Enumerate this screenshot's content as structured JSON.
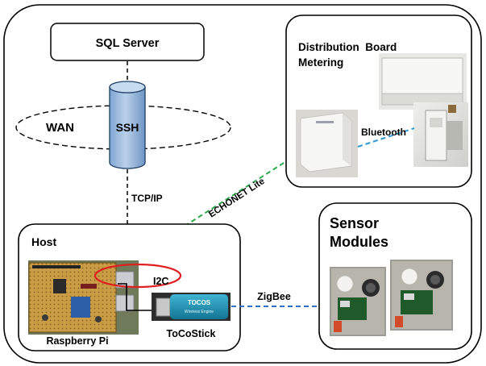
{
  "labels": {
    "sql_server": "SQL Server",
    "wan": "WAN",
    "ssh": "SSH",
    "tcp_ip": "TCP/IP",
    "echonet": "ECHONET Lite",
    "bluetooth": "Bluetooth",
    "distribution_line1": "Distribution  Board",
    "distribution_line2": "Metering",
    "host": "Host",
    "i2c": "I2C",
    "zigbee": "ZigBee",
    "raspberry_pi": "Raspberry Pi",
    "tocostick": "ToCoStick",
    "sensor_line1": "Sensor",
    "sensor_line2": "Modules",
    "tocos_brand": "TOCOS",
    "tocos_sub": "Wireless Engine"
  },
  "colors": {
    "outline": "#000000",
    "cylinder_fill": "#a9c4e3",
    "cylinder_stroke": "#1f3f66",
    "echonet_line": "#2aa84a",
    "bluetooth_line": "#2f9ad6",
    "zigbee_line": "#2f6fc8",
    "i2c_ring": "#e02020",
    "pcb": "#caa24a",
    "tocostick_body": "#1a8fb0"
  }
}
